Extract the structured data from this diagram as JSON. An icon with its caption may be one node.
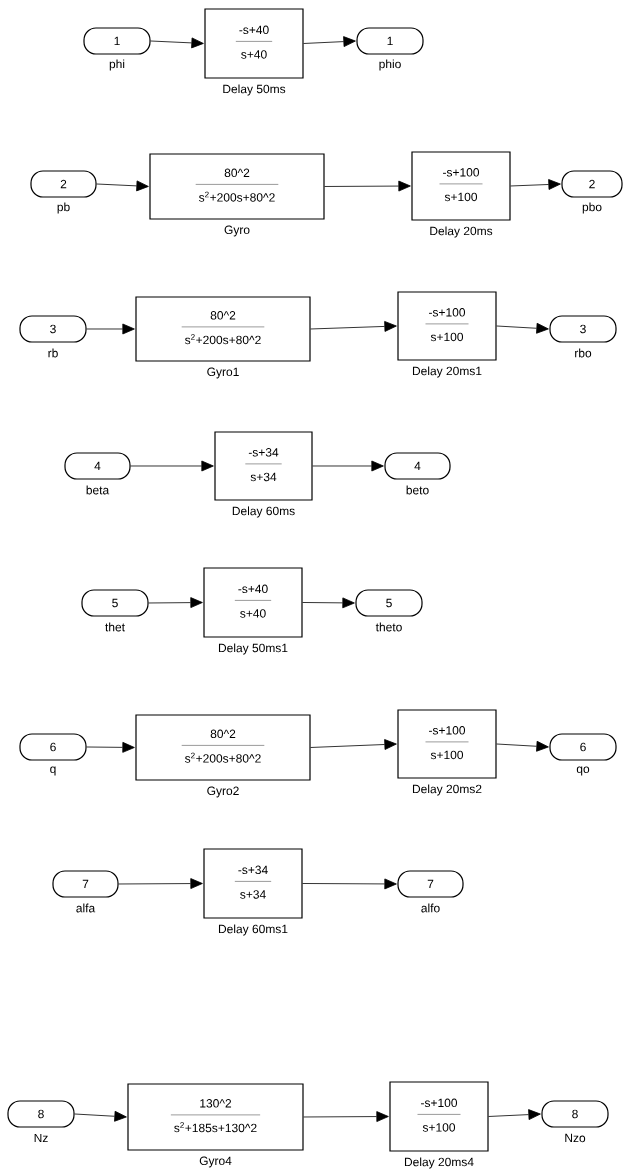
{
  "diagram": {
    "nodes": [
      {
        "text": [
          "1"
        ],
        "beside": [
          "phi"
        ]
      },
      {
        "text": [
          "-s+40",
          "s+40"
        ],
        "beside": [
          "Delay 50ms"
        ]
      },
      {
        "text": [
          "1"
        ],
        "beside": [
          "phio"
        ]
      },
      {
        "text": [
          "2"
        ],
        "beside": [
          "pb"
        ]
      },
      {
        "text": [
          "80^2",
          "s$^{2}$+200s+80^2"
        ],
        "beside": [
          "Gyro"
        ]
      },
      {
        "text": [
          "-s+100",
          "s+100"
        ],
        "beside": [
          "Delay 20ms"
        ]
      },
      {
        "text": [
          "2"
        ],
        "beside": [
          "pbo"
        ]
      },
      {
        "text": [
          "3"
        ],
        "beside": [
          "rb"
        ]
      },
      {
        "text": [
          "80^2",
          "s$^{2}$+200s+80^2"
        ],
        "beside": [
          "Gyro1"
        ]
      },
      {
        "text": [
          "-s+100",
          "s+100"
        ],
        "beside": [
          "Delay 20ms1"
        ]
      },
      {
        "text": [
          "3"
        ],
        "beside": [
          "rbo"
        ]
      },
      {
        "text": [
          "4"
        ],
        "beside": [
          "beta"
        ]
      },
      {
        "text": [
          "-s+34",
          "s+34"
        ],
        "beside": [
          "Delay 60ms"
        ]
      },
      {
        "text": [
          "4"
        ],
        "beside": [
          "beto"
        ]
      },
      {
        "text": [
          "5"
        ],
        "beside": [
          "thet"
        ]
      },
      {
        "text": [
          "-s+40",
          "s+40"
        ],
        "beside": [
          "Delay 50ms1"
        ]
      },
      {
        "text": [
          "5"
        ],
        "beside": [
          "theto"
        ]
      },
      {
        "text": [
          "6"
        ],
        "beside": [
          "q"
        ]
      },
      {
        "text": [
          "80^2",
          "s$^{2}$+200s+80^2"
        ],
        "beside": [
          "Gyro2"
        ]
      },
      {
        "text": [
          "-s+100",
          "s+100"
        ],
        "beside": [
          "Delay 20ms2"
        ]
      },
      {
        "text": [
          "6"
        ],
        "beside": [
          "qo"
        ]
      },
      {
        "text": [
          "7"
        ],
        "beside": [
          "alfa"
        ]
      },
      {
        "text": [
          "-s+34",
          "s+34"
        ],
        "beside": [
          "Delay 60ms1"
        ]
      },
      {
        "text": [
          "7"
        ],
        "beside": [
          "alfo"
        ]
      },
      {
        "text": [
          "8"
        ],
        "beside": [
          "Nz"
        ]
      },
      {
        "text": [
          "130^2",
          "s$^{2}$+185s+130^2"
        ],
        "beside": [
          "Gyro4"
        ]
      },
      {
        "text": [
          "-s+100",
          "s+100"
        ],
        "beside": [
          "Delay 20ms4"
        ]
      },
      {
        "text": [
          "8"
        ],
        "beside": [
          "Nzo"
        ]
      }
    ],
    "edges": [
      {
        "from": 0,
        "to": 1,
        "arrow": "to"
      },
      {
        "from": 1,
        "to": 2,
        "arrow": "to"
      },
      {
        "from": 3,
        "to": 4,
        "arrow": "to"
      },
      {
        "from": 4,
        "to": 5,
        "arrow": "to"
      },
      {
        "from": 5,
        "to": 6,
        "arrow": "to"
      },
      {
        "from": 7,
        "to": 8,
        "arrow": "to"
      },
      {
        "from": 8,
        "to": 9,
        "arrow": "to"
      },
      {
        "from": 9,
        "to": 10,
        "arrow": "to"
      },
      {
        "from": 11,
        "to": 12,
        "arrow": "to"
      },
      {
        "from": 12,
        "to": 13,
        "arrow": "to"
      },
      {
        "from": 14,
        "to": 15,
        "arrow": "to"
      },
      {
        "from": 15,
        "to": 16,
        "arrow": "to"
      },
      {
        "from": 17,
        "to": 18,
        "arrow": "to"
      },
      {
        "from": 18,
        "to": 19,
        "arrow": "to"
      },
      {
        "from": 19,
        "to": 20,
        "arrow": "to"
      },
      {
        "from": 21,
        "to": 22,
        "arrow": "to"
      },
      {
        "from": 22,
        "to": 23,
        "arrow": "to"
      },
      {
        "from": 24,
        "to": 25,
        "arrow": "to"
      },
      {
        "from": 25,
        "to": 26,
        "arrow": "to"
      },
      {
        "from": 26,
        "to": 27,
        "arrow": "to"
      }
    ]
  }
}
